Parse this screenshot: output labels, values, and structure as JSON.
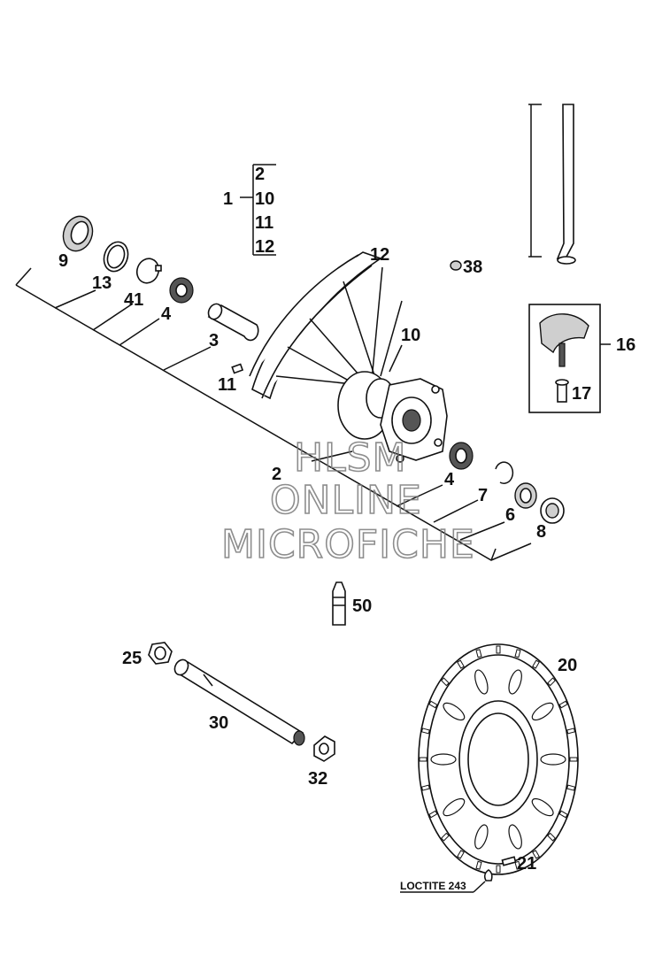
{
  "diagram": {
    "group_label": "1",
    "group_items": [
      "2",
      "10",
      "11",
      "12"
    ],
    "callouts": {
      "c9": "9",
      "c13": "13",
      "c41": "41",
      "c4a": "4",
      "c3": "3",
      "c11": "11",
      "c12": "12",
      "c10": "10",
      "c38": "38",
      "c16": "16",
      "c17": "17",
      "c2": "2",
      "c4b": "4",
      "c7": "7",
      "c6": "6",
      "c8": "8",
      "c50": "50",
      "c25": "25",
      "c30": "30",
      "c32": "32",
      "c20": "20",
      "c21": "21"
    },
    "note": "LOCTITE 243",
    "watermark": [
      "HLSM",
      "ONLINE",
      "MICROFICHE"
    ]
  }
}
